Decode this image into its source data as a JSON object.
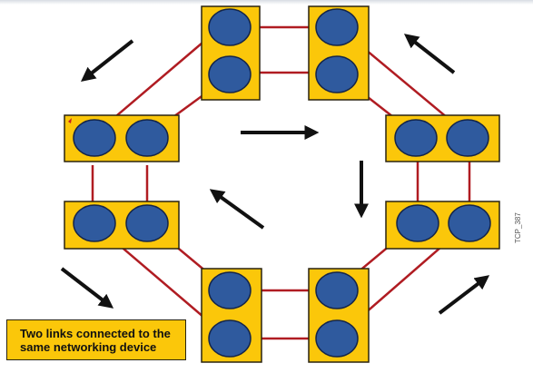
{
  "figure": {
    "caption_line_1": "Two links connected to the",
    "caption_line_2": "same networking device",
    "figure_id": "TCP_387"
  },
  "colors": {
    "device": "#fbc70a",
    "port": "#2f5a9e",
    "link": "#b01c22",
    "arrow": "#111111"
  },
  "devices": [
    {
      "name": "device-top-left",
      "ports": 2
    },
    {
      "name": "device-top-right",
      "ports": 2
    },
    {
      "name": "device-upper-right",
      "ports": 2
    },
    {
      "name": "device-lower-right",
      "ports": 2
    },
    {
      "name": "device-bottom-right",
      "ports": 2
    },
    {
      "name": "device-bottom-left",
      "ports": 2
    },
    {
      "name": "device-lower-left",
      "ports": 2
    },
    {
      "name": "device-upper-left",
      "ports": 2
    }
  ],
  "topology": "dual-ring"
}
